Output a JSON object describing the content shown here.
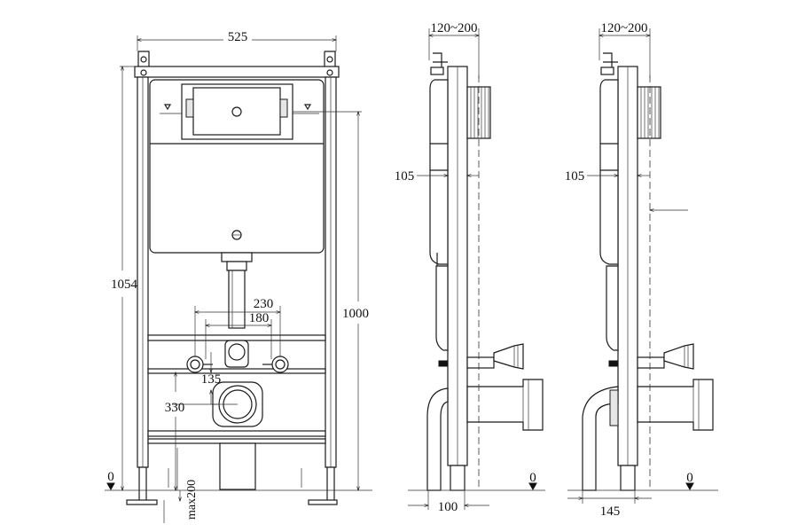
{
  "front_view": {
    "width_label": "525",
    "height_label": "1054",
    "height_to_flush_label": "1000",
    "supply_spacing_label": "230",
    "inlet_spacing_label": "180",
    "drain_offset_label": "135",
    "drain_height_label": "330",
    "floor_label": "0",
    "foot_adjust_label": "max200"
  },
  "side_view_a": {
    "depth_label": "120~200",
    "offset_label": "105",
    "foot_label": "100",
    "floor_label": "0"
  },
  "side_view_b": {
    "depth_label": "120~200",
    "offset_label": "105",
    "foot_label": "145",
    "floor_label": "0"
  }
}
